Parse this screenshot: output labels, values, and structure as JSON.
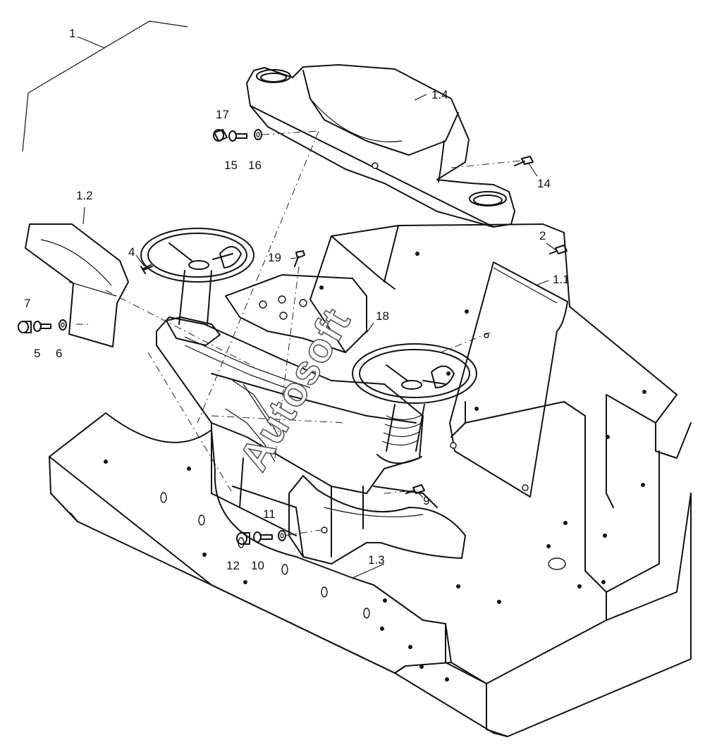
{
  "labels": {
    "l1": "1",
    "l1_1": "1.1",
    "l1_2": "1.2",
    "l1_3": "1.3",
    "l1_4": "1.4",
    "l2": "2",
    "l4": "4",
    "l5": "5",
    "l6": "6",
    "l7": "7",
    "l9": "9",
    "l10": "10",
    "l11": "11",
    "l12": "12",
    "l14": "14",
    "l15": "15",
    "l16": "16",
    "l17": "17",
    "l18": "18",
    "l19": "19"
  },
  "watermark": "Autosoft"
}
